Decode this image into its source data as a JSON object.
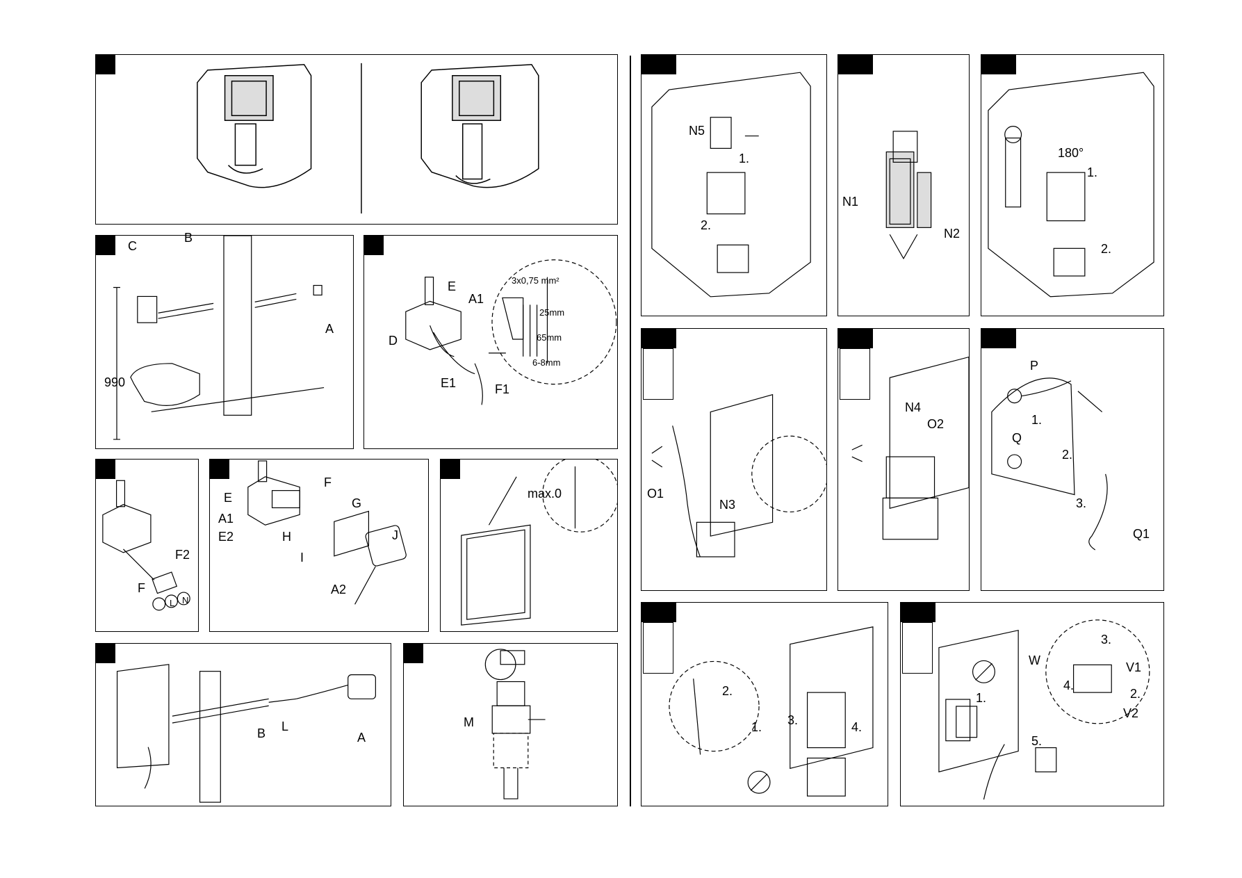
{
  "panels": {
    "p1": {},
    "p2": {
      "labels": [
        "C",
        "B",
        "A",
        "990"
      ]
    },
    "p3": {
      "labels": [
        "E",
        "A1",
        "D",
        "E1",
        "F1"
      ],
      "callout": [
        "3x0,75 mm²",
        "25mm",
        "65mm",
        "6-8mm"
      ]
    },
    "p4": {
      "labels": [
        "F2",
        "F"
      ],
      "terminals": [
        "L",
        "N"
      ]
    },
    "p5": {
      "labels": [
        "E",
        "F",
        "G",
        "A1",
        "E2",
        "H",
        "J",
        "I",
        "A2"
      ]
    },
    "p6": {
      "callout": "max.0"
    },
    "p7": {
      "labels": [
        "B",
        "L",
        "A"
      ]
    },
    "p8": {
      "labels": [
        "M"
      ]
    },
    "p9": {
      "labels": [
        "N5",
        "1.",
        "2."
      ]
    },
    "p10": {
      "labels": [
        "N1",
        "N2"
      ]
    },
    "p11": {
      "labels": [
        "180°",
        "1.",
        "2."
      ]
    },
    "p12": {
      "labels": [
        "O1",
        "N3"
      ]
    },
    "p13": {
      "labels": [
        "N4",
        "O2"
      ]
    },
    "p14": {
      "labels": [
        "P",
        "1.",
        "Q",
        "2.",
        "3.",
        "Q1"
      ]
    },
    "p15": {
      "labels": [
        "2.",
        "1.",
        "3.",
        "4."
      ]
    },
    "p16": {
      "labels": [
        "3.",
        "W",
        "V1",
        "4.",
        "1.",
        "2.",
        "V2",
        "5."
      ]
    }
  },
  "colors": {
    "line": "#000000",
    "fill": "#ffffff",
    "shade": "#d9d9d9",
    "tab": "#000000"
  }
}
